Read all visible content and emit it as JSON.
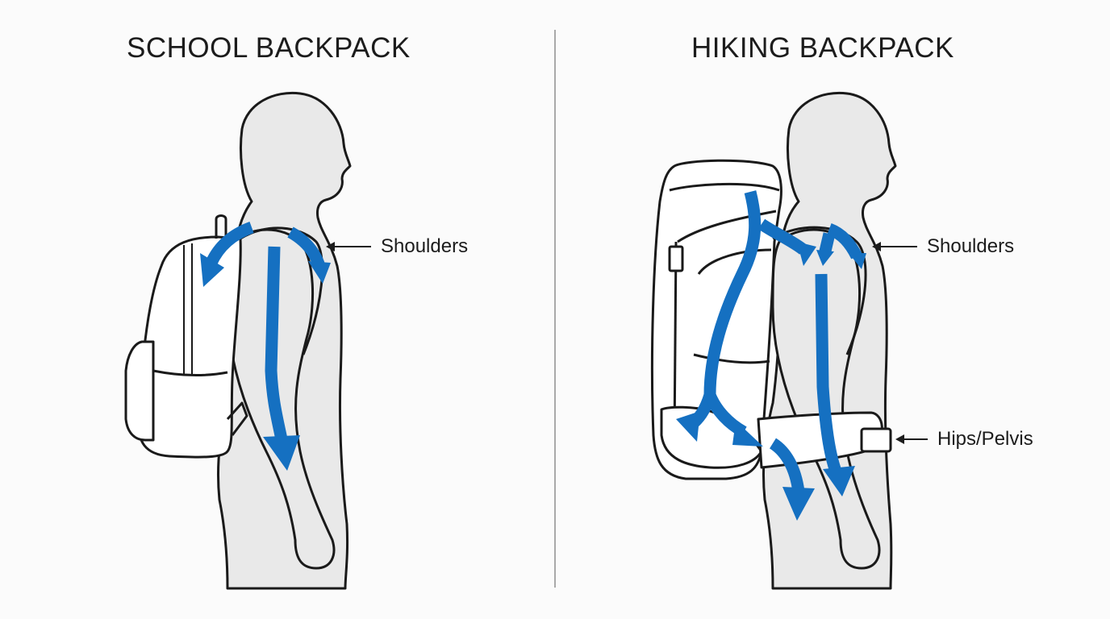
{
  "panels": [
    {
      "title": "SCHOOL BACKPACK",
      "labels": [
        {
          "text": "Shoulders",
          "target": "shoulders"
        }
      ],
      "load_path": "Weight arrows arc over both shoulders and run down the back/arm"
    },
    {
      "title": "HIKING BACKPACK",
      "labels": [
        {
          "text": "Shoulders",
          "target": "shoulders"
        },
        {
          "text": "Hips/Pelvis",
          "target": "hip-belt"
        }
      ],
      "load_path": "Weight arrows travel down the frame to the hip belt and into the legs, with lesser arrows to the shoulders"
    }
  ],
  "colors": {
    "arrow_blue": "#1570c1",
    "body_fill": "#e9e9e9",
    "outline": "#1a1a1a",
    "background": "#fbfbfb",
    "divider": "#a9a9a9"
  }
}
